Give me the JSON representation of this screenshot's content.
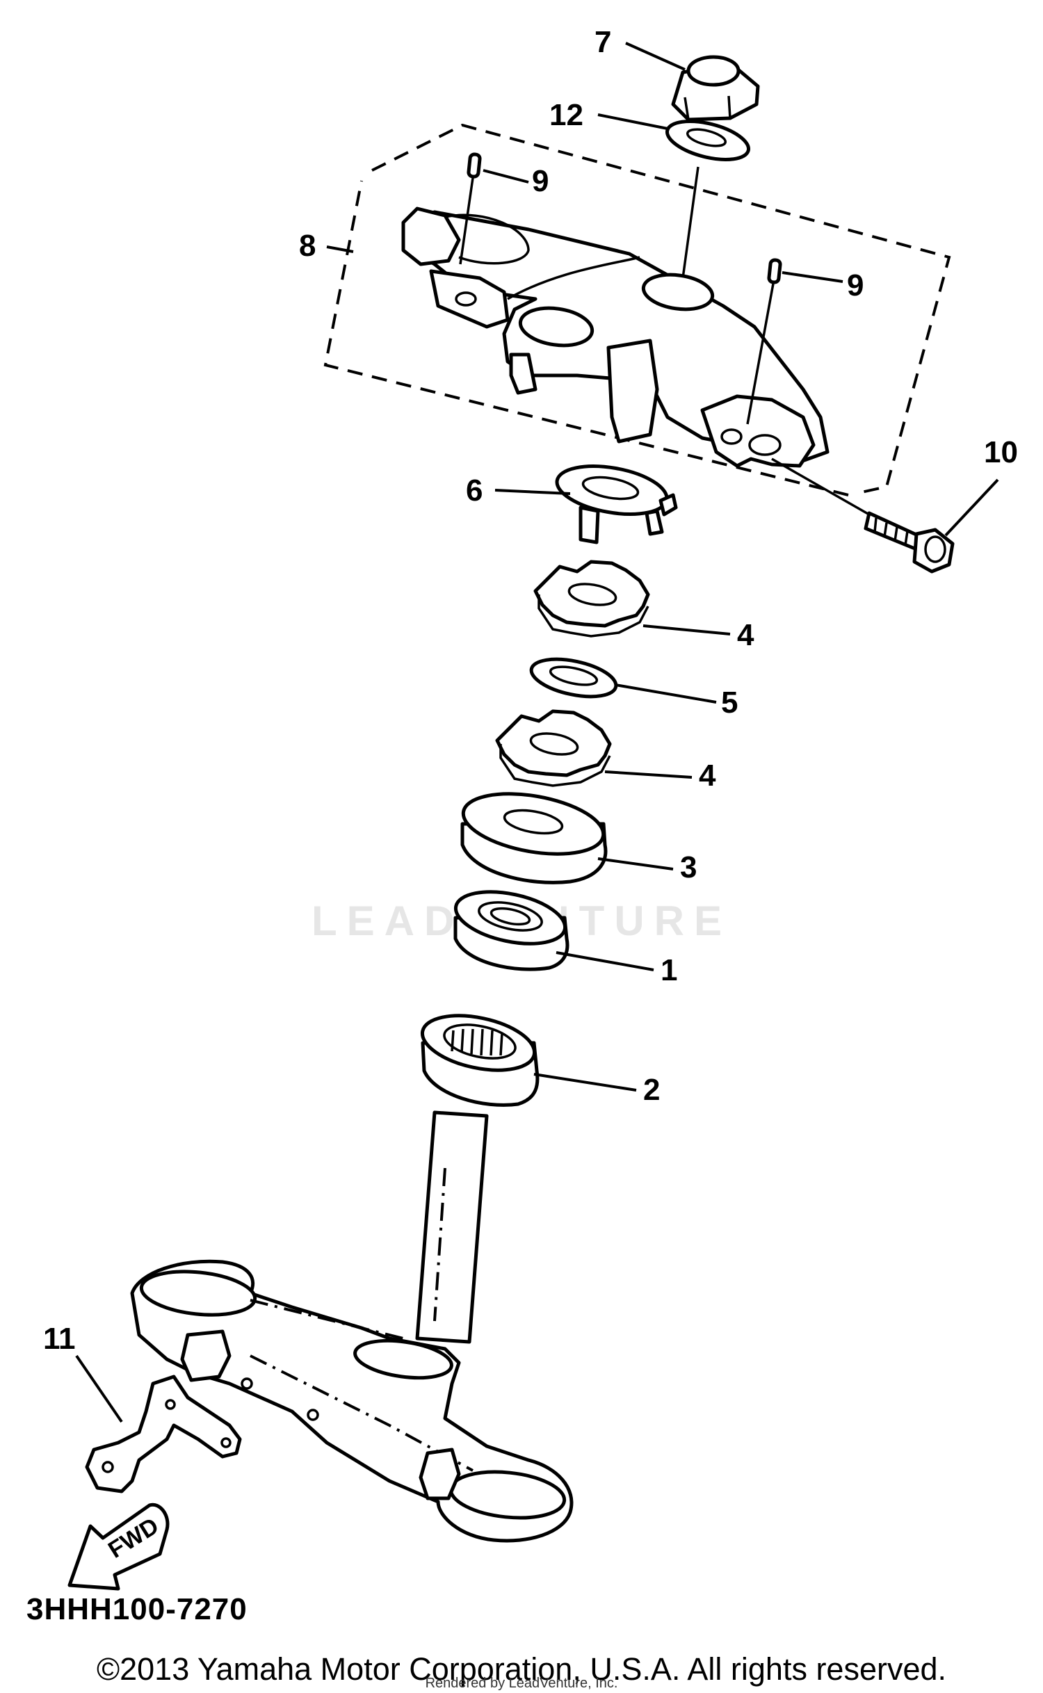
{
  "diagram": {
    "callouts": [
      "7",
      "12",
      "9",
      "8",
      "9",
      "10",
      "6",
      "4",
      "5",
      "4",
      "3",
      "1",
      "2",
      "11"
    ],
    "arrow_label": "FWD",
    "code": "3HHH100-7270",
    "watermark": "LEADVENTURE"
  },
  "footer": {
    "copyright": "©2013 Yamaha Motor Corporation, U.S.A. All rights reserved.",
    "rendered_by": "Rendered by LeadVenture, Inc."
  }
}
